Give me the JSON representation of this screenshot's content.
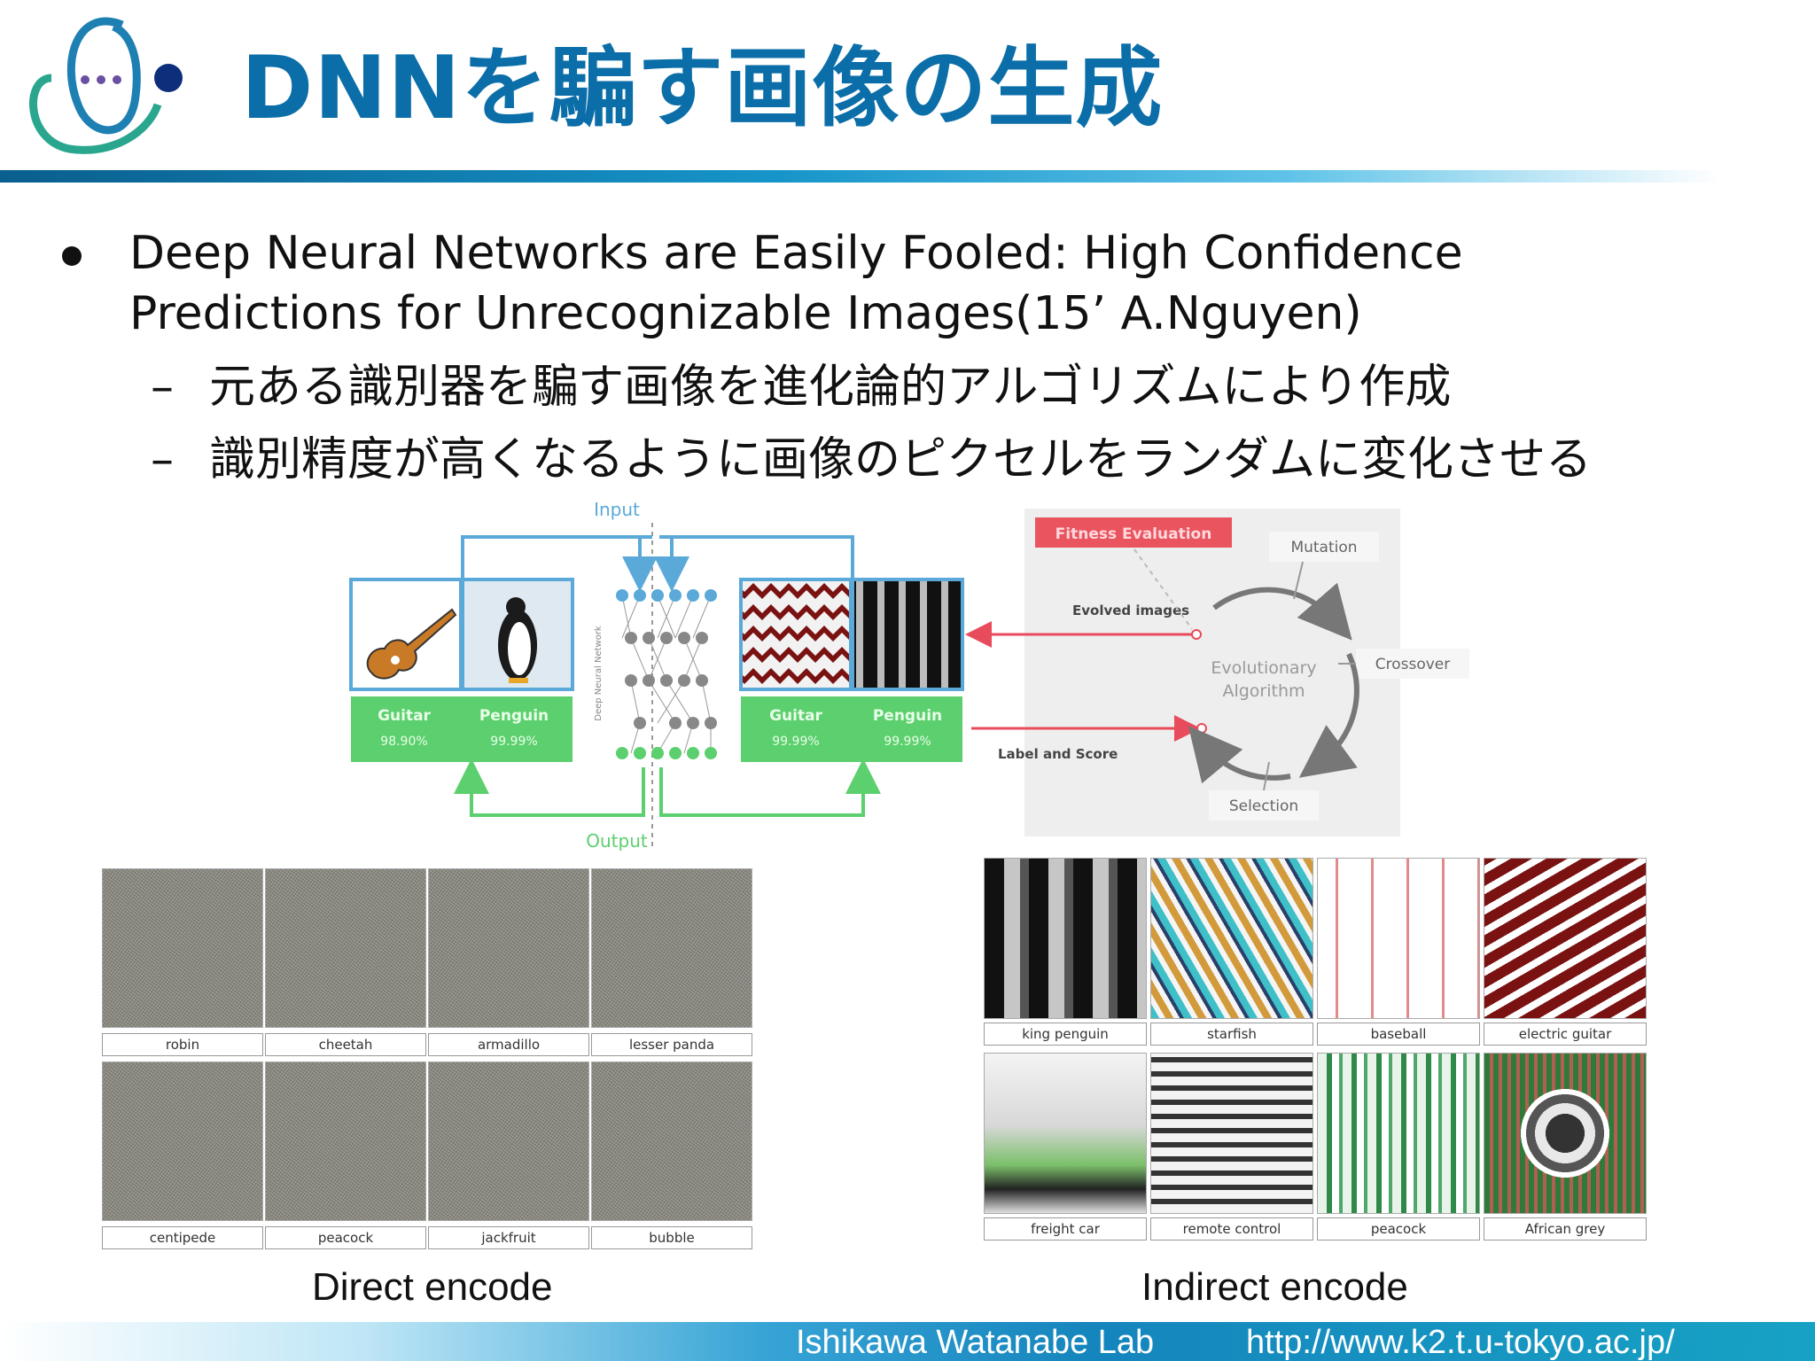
{
  "slide": {
    "title": "DNNを騙す画像の生成",
    "bullet_main_line1": "Deep Neural Networks are Easily Fooled: High Confidence",
    "bullet_main_line2": "Predictions for Unrecognizable Images(15’ A.Nguyen)",
    "sub_bullets": [
      "元ある識別器を騙す画像を進化論的アルゴリズムにより作成",
      "識別精度が高くなるように画像のピクセルをランダムに変化させる"
    ],
    "sub_dash": "–"
  },
  "diagram": {
    "input_label": "Input",
    "output_label": "Output",
    "network_label": "Deep Neural Network",
    "left_results": [
      {
        "label": "Guitar",
        "score": "98.90%"
      },
      {
        "label": "Penguin",
        "score": "99.99%"
      }
    ],
    "right_results": [
      {
        "label": "Guitar",
        "score": "99.99%"
      },
      {
        "label": "Penguin",
        "score": "99.99%"
      }
    ],
    "fitness_evaluation": "Fitness Evaluation",
    "mutation": "Mutation",
    "crossover": "Crossover",
    "selection": "Selection",
    "algorithm_line1": "Evolutionary",
    "algorithm_line2": "Algorithm",
    "evolved_images": "Evolved images",
    "label_and_score": "Label and Score"
  },
  "direct_grid": {
    "caption": "Direct encode",
    "labels": [
      "robin",
      "cheetah",
      "armadillo",
      "lesser panda",
      "centipede",
      "peacock",
      "jackfruit",
      "bubble"
    ]
  },
  "indirect_grid": {
    "caption": "Indirect encode",
    "labels": [
      "king penguin",
      "starfish",
      "baseball",
      "electric guitar",
      "freight car",
      "remote control",
      "peacock",
      "African grey"
    ]
  },
  "footer": {
    "lab": "Ishikawa Watanabe Lab",
    "url": "http://www.k2.t.u-tokyo.ac.jp/"
  },
  "colors": {
    "title": "#0b6ea8",
    "accent_blue": "#5aa9d8",
    "result_green": "#5ccf6e",
    "arrow_red": "#e84b5b",
    "fitness_red": "#e9545f"
  }
}
